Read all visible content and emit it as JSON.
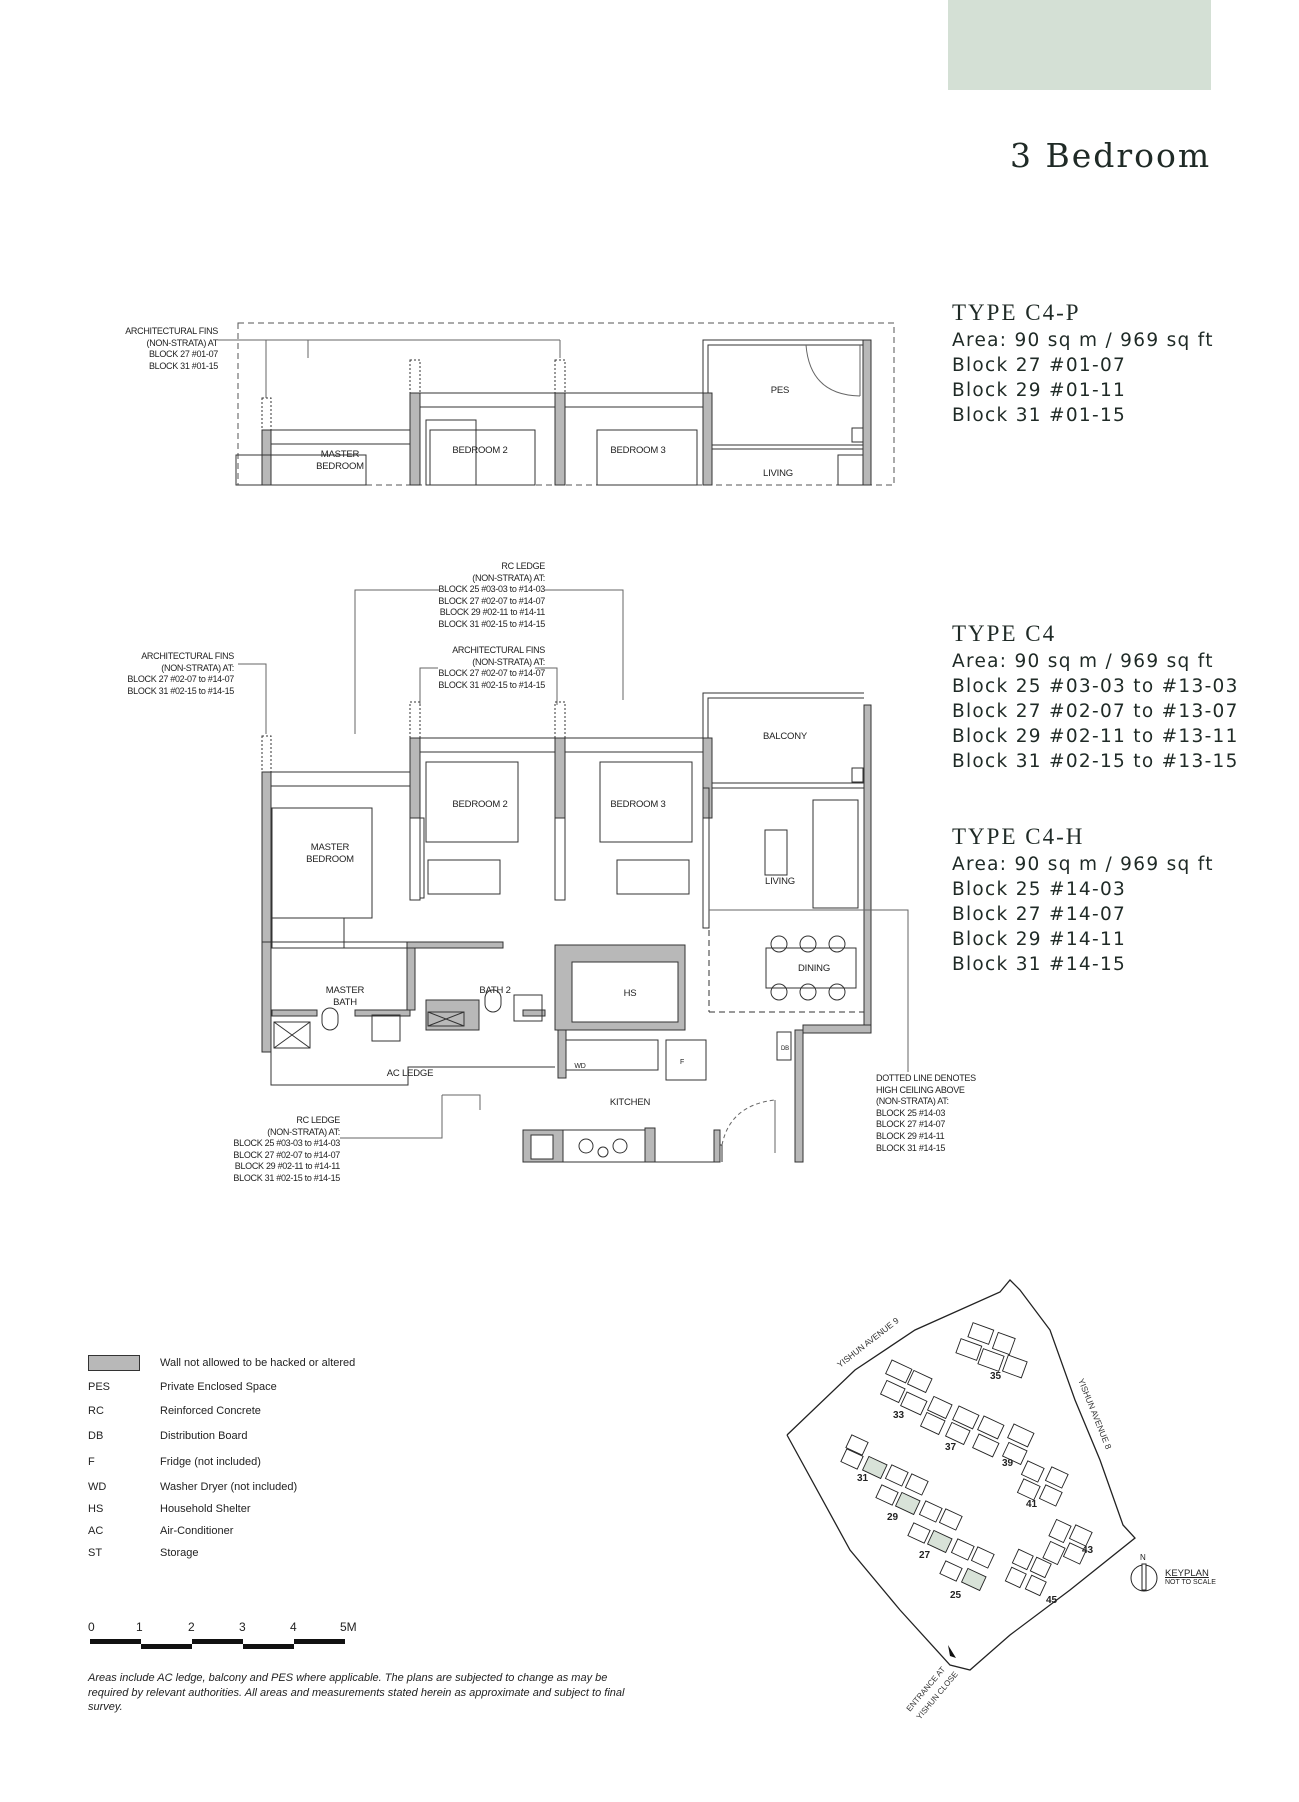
{
  "header": {
    "title": "3 Bedroom",
    "accent_color": "#d4e0d5"
  },
  "unit_types": [
    {
      "name": "TYPE C4-P",
      "area": "Area: 90 sq m / 969 sq ft",
      "blocks": [
        "Block 27 #01-07",
        "Block 29 #01-11",
        "Block 31 #01-15"
      ]
    },
    {
      "name": "TYPE C4",
      "area": "Area: 90 sq m / 969 sq ft",
      "blocks": [
        "Block 25 #03-03 to #13-03",
        "Block 27 #02-07 to #13-07",
        "Block 29 #02-11 to #13-11",
        "Block 31 #02-15 to #13-15"
      ]
    },
    {
      "name": "TYPE C4-H",
      "area": "Area: 90 sq m / 969 sq ft",
      "blocks": [
        "Block 25 #14-03",
        "Block 27 #14-07",
        "Block 29 #14-11",
        "Block 31 #14-15"
      ]
    }
  ],
  "partial_plan": {
    "rooms": {
      "master_bedroom": "MASTER\nBEDROOM",
      "bedroom2": "BEDROOM 2",
      "bedroom3": "BEDROOM 3",
      "pes": "PES",
      "living": "LIVING"
    },
    "annotation_fins": [
      "ARCHITECTURAL FINS",
      "(NON-STRATA) AT",
      "BLOCK 27 #01-07",
      "BLOCK 31 #01-15"
    ]
  },
  "main_plan": {
    "rooms": {
      "master_bedroom": "MASTER\nBEDROOM",
      "bedroom2": "BEDROOM 2",
      "bedroom3": "BEDROOM 3",
      "balcony": "BALCONY",
      "living": "LIVING",
      "dining": "DINING",
      "master_bath": "MASTER\nBATH",
      "bath2": "BATH 2",
      "hs": "HS",
      "ac_ledge": "AC LEDGE",
      "kitchen": "KITCHEN",
      "wd": "WD",
      "f": "F",
      "db": "DB"
    },
    "annotations": {
      "rc_ledge_top": [
        "RC LEDGE",
        "(NON-STRATA) AT:",
        "BLOCK 25 #03-03 to #14-03",
        "BLOCK 27 #02-07 to #14-07",
        "BLOCK 29 #02-11 to #14-11",
        "BLOCK 31 #02-15 to #14-15"
      ],
      "fins_center": [
        "ARCHITECTURAL FINS",
        "(NON-STRATA) AT:",
        "BLOCK 27 #02-07 to #14-07",
        "BLOCK 31 #02-15 to #14-15"
      ],
      "fins_left": [
        "ARCHITECTURAL FINS",
        "(NON-STRATA) AT:",
        "BLOCK 27 #02-07  to #14-07",
        "BLOCK 31 #02-15  to #14-15"
      ],
      "rc_ledge_bottom": [
        "RC LEDGE",
        "(NON-STRATA) AT:",
        "BLOCK 25 #03-03 to #14-03",
        "BLOCK 27 #02-07 to #14-07",
        "BLOCK 29 #02-11  to #14-11",
        "BLOCK 31 #02-15 to #14-15"
      ],
      "dotted_line": [
        "DOTTED LINE DENOTES",
        "HIGH CEILING ABOVE",
        "(NON-STRATA) AT:",
        "BLOCK 25 #14-03",
        "BLOCK 27 #14-07",
        "BLOCK 29 #14-11",
        "BLOCK 31 #14-15"
      ]
    }
  },
  "legend": {
    "wall_note": "Wall not allowed to be hacked or altered",
    "wall_color": "#b8b8b8",
    "items": [
      {
        "key": "PES",
        "desc": "Private Enclosed Space"
      },
      {
        "key": "RC",
        "desc": "Reinforced Concrete"
      },
      {
        "key": "DB",
        "desc": "Distribution Board"
      },
      {
        "key": "F",
        "desc": "Fridge (not included)"
      },
      {
        "key": "WD",
        "desc": "Washer Dryer (not included)"
      },
      {
        "key": "HS",
        "desc": "Household Shelter"
      },
      {
        "key": "AC",
        "desc": "Air-Conditioner"
      },
      {
        "key": "ST",
        "desc": "Storage"
      }
    ]
  },
  "scale_bar": {
    "ticks": [
      "0",
      "1",
      "2",
      "3",
      "4",
      "5M"
    ]
  },
  "disclaimer": "Areas include AC ledge, balcony and PES where applicable. The plans are subjected to change as may be required by relevant authorities. All areas and measurements stated herein as approximate and subject to final survey.",
  "keyplan": {
    "title": "KEYPLAN",
    "subtitle": "NOT TO SCALE",
    "north": "N",
    "roads": {
      "avenue9": "YISHUN AVENUE 9",
      "avenue8": "YISHUN AVENUE 8",
      "entrance": [
        "ENTRANCE AT",
        "YISHUN CLOSE"
      ]
    },
    "highlight_color": "#d8e2d8",
    "blocks": [
      "25",
      "27",
      "29",
      "31",
      "33",
      "35",
      "37",
      "39",
      "41",
      "43",
      "45"
    ],
    "highlighted_units": [
      "15",
      "11",
      "07",
      "03"
    ]
  }
}
